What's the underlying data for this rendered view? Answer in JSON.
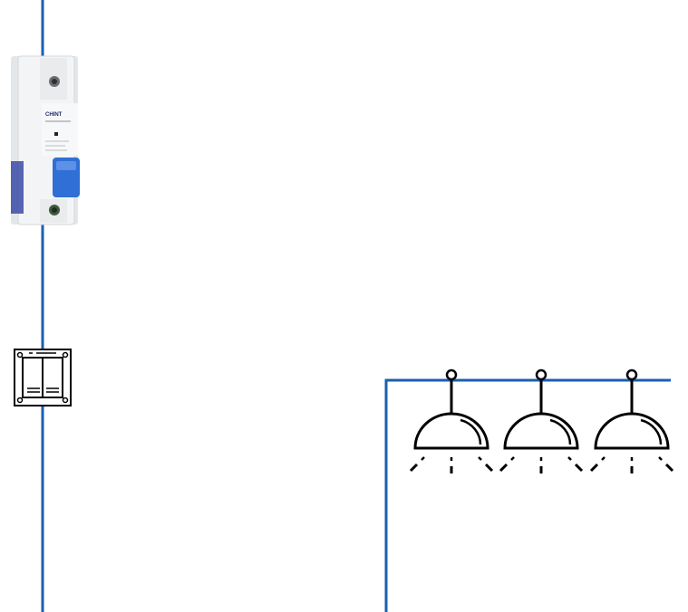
{
  "diagram": {
    "wire_color": "#1a5fb4",
    "symbol_color": "#000000",
    "components": [
      {
        "type": "circuit-breaker",
        "icon": "circuit-breaker-icon",
        "brand": "CHINT",
        "handle_color": "#2f6fd6",
        "body_color": "#eef0f2"
      },
      {
        "type": "double-wall-switch",
        "icon": "double-switch-icon"
      },
      {
        "type": "ceiling-lamp",
        "icon": "ceiling-lamp-icon"
      },
      {
        "type": "ceiling-lamp",
        "icon": "ceiling-lamp-icon"
      },
      {
        "type": "ceiling-lamp",
        "icon": "ceiling-lamp-icon"
      }
    ]
  }
}
